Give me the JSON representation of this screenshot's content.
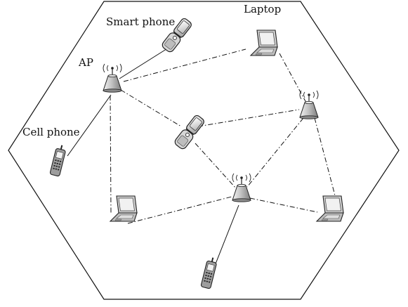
{
  "labels": {
    "smart_phone": "Smart phone",
    "laptop": "Laptop",
    "ap": "AP",
    "cell_phone": "Cell phone"
  },
  "diagram": {
    "type": "network-topology",
    "boundary": "hexagon",
    "nodes": [
      {
        "id": "ap1",
        "kind": "access-point"
      },
      {
        "id": "ap2",
        "kind": "access-point"
      },
      {
        "id": "ap3",
        "kind": "access-point"
      },
      {
        "id": "laptop1",
        "kind": "laptop"
      },
      {
        "id": "laptop2",
        "kind": "laptop"
      },
      {
        "id": "laptop3",
        "kind": "laptop"
      },
      {
        "id": "smartphone1",
        "kind": "smart-phone"
      },
      {
        "id": "smartphone2",
        "kind": "smart-phone"
      },
      {
        "id": "cellphone1",
        "kind": "cell-phone"
      },
      {
        "id": "cellphone2",
        "kind": "cell-phone"
      }
    ],
    "links": [
      {
        "from": "ap1",
        "to": "smartphone1",
        "style": "solid"
      },
      {
        "from": "ap1",
        "to": "cellphone1",
        "style": "solid"
      },
      {
        "from": "ap3",
        "to": "cellphone2",
        "style": "solid"
      },
      {
        "from": "ap1",
        "to": "laptop1",
        "style": "dash-dot"
      },
      {
        "from": "ap1",
        "to": "smartphone2",
        "style": "dash-dot"
      },
      {
        "from": "ap1",
        "to": "laptop2",
        "style": "dash-dot"
      },
      {
        "from": "laptop1",
        "to": "ap2",
        "style": "dash-dot"
      },
      {
        "from": "smartphone2",
        "to": "ap2",
        "style": "dash-dot"
      },
      {
        "from": "smartphone2",
        "to": "ap3",
        "style": "dash-dot"
      },
      {
        "from": "ap2",
        "to": "ap3",
        "style": "dash-dot"
      },
      {
        "from": "ap2",
        "to": "laptop3",
        "style": "dash-dot"
      },
      {
        "from": "laptop2",
        "to": "ap3",
        "style": "dash-dot"
      },
      {
        "from": "ap3",
        "to": "laptop3",
        "style": "dash-dot"
      }
    ]
  }
}
